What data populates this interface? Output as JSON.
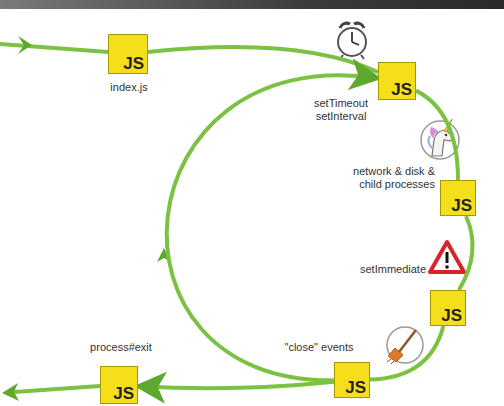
{
  "diagram": {
    "nodes": [
      {
        "text": [
          "JS",
          "index.js"
        ]
      },
      {
        "text": [
          "JS",
          "setTimeout setInterval"
        ]
      },
      {
        "text": [
          "JS",
          "network & disk & child processes"
        ]
      },
      {
        "text": [
          "JS",
          "setImmediate"
        ]
      },
      {
        "text": [
          "JS",
          "\"close\" events"
        ]
      },
      {
        "text": [
          "JS",
          "process#exit"
        ]
      }
    ],
    "edges": [
      {
        "from": 0,
        "to": 1,
        "arrow": "none"
      },
      {
        "from": 1,
        "to": 2,
        "arrow": "none"
      },
      {
        "from": 2,
        "to": 3,
        "arrow": "none"
      },
      {
        "from": 3,
        "to": 4,
        "arrow": "none"
      },
      {
        "from": 4,
        "to": 1,
        "arrow": "to"
      },
      {
        "from": 4,
        "to": 5,
        "arrow": "to"
      }
    ]
  }
}
